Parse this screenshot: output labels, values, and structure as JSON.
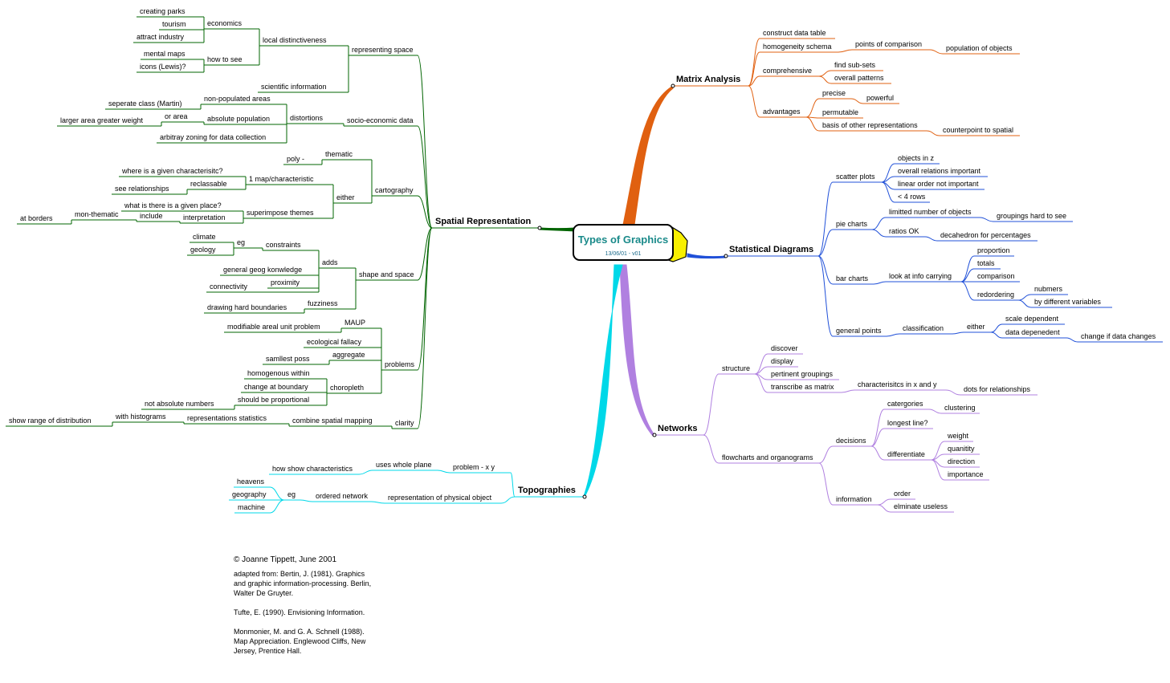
{
  "central": {
    "title": "Types of Graphics",
    "subtitle": "13/06/01 - v01"
  },
  "colors": {
    "spatial": "#006400",
    "matrix": "#e06010",
    "stats": "#2050d8",
    "networks": "#b080e0",
    "topo": "#00d8e8",
    "center_fill": "#f8f000",
    "center_text": "#1a8a8a"
  },
  "branches": [
    {
      "id": "sr",
      "label": "Spatial Representation",
      "color": "spatial",
      "bold": true
    },
    {
      "id": "sr_rs",
      "label": "representing space",
      "color": "spatial"
    },
    {
      "id": "sr_ld",
      "label": "local distinctiveness",
      "color": "spatial"
    },
    {
      "id": "sr_ec",
      "label": "economics",
      "color": "spatial"
    },
    {
      "id": "sr_cp",
      "label": "creating parks",
      "color": "spatial"
    },
    {
      "id": "sr_tou",
      "label": "tourism",
      "color": "spatial"
    },
    {
      "id": "sr_ai",
      "label": "attract industry",
      "color": "spatial"
    },
    {
      "id": "sr_hts",
      "label": "how to see",
      "color": "spatial"
    },
    {
      "id": "sr_mm",
      "label": "mental maps",
      "color": "spatial"
    },
    {
      "id": "sr_icl",
      "label": "icons (Lewis)?",
      "color": "spatial"
    },
    {
      "id": "sr_si",
      "label": "scientific information",
      "color": "spatial"
    },
    {
      "id": "sr_sed",
      "label": "socio-economic data",
      "color": "spatial"
    },
    {
      "id": "sr_dis",
      "label": "distortions",
      "color": "spatial"
    },
    {
      "id": "sr_npa",
      "label": "non-populated areas",
      "color": "spatial"
    },
    {
      "id": "sr_scm",
      "label": "seperate class (Martin)",
      "color": "spatial"
    },
    {
      "id": "sr_ap",
      "label": "absolute population",
      "color": "spatial"
    },
    {
      "id": "sr_oa",
      "label": "or area",
      "color": "spatial"
    },
    {
      "id": "sr_lag",
      "label": "larger area greater weight",
      "color": "spatial"
    },
    {
      "id": "sr_azd",
      "label": "arbitray zoning for data collection",
      "color": "spatial"
    },
    {
      "id": "sr_car",
      "label": "cartography",
      "color": "spatial"
    },
    {
      "id": "sr_the",
      "label": "thematic",
      "color": "spatial"
    },
    {
      "id": "sr_pol",
      "label": "poly -",
      "color": "spatial"
    },
    {
      "id": "sr_eit",
      "label": "either",
      "color": "spatial"
    },
    {
      "id": "sr_1m",
      "label": "1 map/characteristic",
      "color": "spatial"
    },
    {
      "id": "sr_wig",
      "label": "where is a given characterisitc?",
      "color": "spatial"
    },
    {
      "id": "sr_rec",
      "label": "reclassable",
      "color": "spatial"
    },
    {
      "id": "sr_ser",
      "label": "see relationships",
      "color": "spatial"
    },
    {
      "id": "sr_sup",
      "label": "superimpose themes",
      "color": "spatial"
    },
    {
      "id": "sr_wit",
      "label": "what is there is a given place?",
      "color": "spatial"
    },
    {
      "id": "sr_int",
      "label": "interpretation",
      "color": "spatial"
    },
    {
      "id": "sr_inc",
      "label": "include",
      "color": "spatial"
    },
    {
      "id": "sr_mon",
      "label": "mon-thematic",
      "color": "spatial"
    },
    {
      "id": "sr_atb",
      "label": "at borders",
      "color": "spatial"
    },
    {
      "id": "sr_sas",
      "label": "shape and space",
      "color": "spatial"
    },
    {
      "id": "sr_add",
      "label": "adds",
      "color": "spatial"
    },
    {
      "id": "sr_con",
      "label": "constraints",
      "color": "spatial"
    },
    {
      "id": "sr_eg",
      "label": "eg",
      "color": "spatial"
    },
    {
      "id": "sr_cli",
      "label": "climate",
      "color": "spatial"
    },
    {
      "id": "sr_geo",
      "label": "geology",
      "color": "spatial"
    },
    {
      "id": "sr_ggk",
      "label": "general geog konwledge",
      "color": "spatial"
    },
    {
      "id": "sr_pro",
      "label": "proximity",
      "color": "spatial"
    },
    {
      "id": "sr_cny",
      "label": "connectivity",
      "color": "spatial"
    },
    {
      "id": "sr_fuz",
      "label": "fuzziness",
      "color": "spatial"
    },
    {
      "id": "sr_dhb",
      "label": "drawing hard boundaries",
      "color": "spatial"
    },
    {
      "id": "sr_prb",
      "label": "problems",
      "color": "spatial"
    },
    {
      "id": "sr_mau",
      "label": "MAUP",
      "color": "spatial"
    },
    {
      "id": "sr_mod",
      "label": "modifiable areal unit problem",
      "color": "spatial"
    },
    {
      "id": "sr_ecf",
      "label": "ecological fallacy",
      "color": "spatial"
    },
    {
      "id": "sr_agg",
      "label": "aggregate",
      "color": "spatial"
    },
    {
      "id": "sr_smp",
      "label": "samllest poss",
      "color": "spatial"
    },
    {
      "id": "sr_cho",
      "label": "choropleth",
      "color": "spatial"
    },
    {
      "id": "sr_hom",
      "label": "homogenous within",
      "color": "spatial"
    },
    {
      "id": "sr_cab",
      "label": "change at boundary",
      "color": "spatial"
    },
    {
      "id": "sr_sbp",
      "label": "should be proportional",
      "color": "spatial"
    },
    {
      "id": "sr_nan",
      "label": "not absolute numbers",
      "color": "spatial"
    },
    {
      "id": "sr_cla",
      "label": "clarity",
      "color": "spatial"
    },
    {
      "id": "sr_csm",
      "label": "combine spatial mapping",
      "color": "spatial"
    },
    {
      "id": "sr_rst",
      "label": "representations statistics",
      "color": "spatial"
    },
    {
      "id": "sr_wh",
      "label": "with histograms",
      "color": "spatial"
    },
    {
      "id": "sr_srd",
      "label": "show range of distribution",
      "color": "spatial"
    },
    {
      "id": "ma",
      "label": "Matrix Analysis",
      "color": "matrix",
      "bold": true
    },
    {
      "id": "ma_cdt",
      "label": "construct data table",
      "color": "matrix"
    },
    {
      "id": "ma_hs",
      "label": "homogeneity schema",
      "color": "matrix"
    },
    {
      "id": "ma_poc",
      "label": "points of comparison",
      "color": "matrix"
    },
    {
      "id": "ma_poo",
      "label": "population of objects",
      "color": "matrix"
    },
    {
      "id": "ma_com",
      "label": "comprehensive",
      "color": "matrix"
    },
    {
      "id": "ma_fss",
      "label": "find sub-sets",
      "color": "matrix"
    },
    {
      "id": "ma_op",
      "label": "overall patterns",
      "color": "matrix"
    },
    {
      "id": "ma_adv",
      "label": "advantages",
      "color": "matrix"
    },
    {
      "id": "ma_pre",
      "label": "precise",
      "color": "matrix"
    },
    {
      "id": "ma_pow",
      "label": "powerful",
      "color": "matrix"
    },
    {
      "id": "ma_per",
      "label": "permutable",
      "color": "matrix"
    },
    {
      "id": "ma_boo",
      "label": "basis of other representations",
      "color": "matrix"
    },
    {
      "id": "ma_cts",
      "label": "counterpoint to spatial",
      "color": "matrix"
    },
    {
      "id": "sd",
      "label": "Statistical Diagrams",
      "color": "stats",
      "bold": true
    },
    {
      "id": "sd_sp",
      "label": "scatter plots",
      "color": "stats"
    },
    {
      "id": "sd_oiz",
      "label": "objects in z",
      "color": "stats"
    },
    {
      "id": "sd_ori",
      "label": "overall relations important",
      "color": "stats"
    },
    {
      "id": "sd_lon",
      "label": "linear order not important",
      "color": "stats"
    },
    {
      "id": "sd_4r",
      "label": "< 4 rows",
      "color": "stats"
    },
    {
      "id": "sd_pc",
      "label": "pie charts",
      "color": "stats"
    },
    {
      "id": "sd_lno",
      "label": "limitted number of objects",
      "color": "stats"
    },
    {
      "id": "sd_ght",
      "label": "groupings hard to see",
      "color": "stats"
    },
    {
      "id": "sd_rok",
      "label": "ratios OK",
      "color": "stats"
    },
    {
      "id": "sd_dfp",
      "label": "decahedron for percentages",
      "color": "stats"
    },
    {
      "id": "sd_bc",
      "label": "bar charts",
      "color": "stats"
    },
    {
      "id": "sd_lic",
      "label": "look at info carrying",
      "color": "stats"
    },
    {
      "id": "sd_prp",
      "label": "proportion",
      "color": "stats"
    },
    {
      "id": "sd_tot",
      "label": "totals",
      "color": "stats"
    },
    {
      "id": "sd_cmp",
      "label": "comparison",
      "color": "stats"
    },
    {
      "id": "sd_red",
      "label": "redordering",
      "color": "stats"
    },
    {
      "id": "sd_num",
      "label": "nubmers",
      "color": "stats"
    },
    {
      "id": "sd_bdv",
      "label": "by different variables",
      "color": "stats"
    },
    {
      "id": "sd_gp",
      "label": "general points",
      "color": "stats"
    },
    {
      "id": "sd_cls",
      "label": "classification",
      "color": "stats"
    },
    {
      "id": "sd_eit",
      "label": "either",
      "color": "stats"
    },
    {
      "id": "sd_scd",
      "label": "scale dependent",
      "color": "stats"
    },
    {
      "id": "sd_ddd",
      "label": "data depenedent",
      "color": "stats"
    },
    {
      "id": "sd_cdc",
      "label": "change if data changes",
      "color": "stats"
    },
    {
      "id": "nw",
      "label": "Networks",
      "color": "networks",
      "bold": true
    },
    {
      "id": "nw_str",
      "label": "structure",
      "color": "networks"
    },
    {
      "id": "nw_dsc",
      "label": "discover",
      "color": "networks"
    },
    {
      "id": "nw_dsp",
      "label": "display",
      "color": "networks"
    },
    {
      "id": "nw_pg",
      "label": "pertinent groupings",
      "color": "networks"
    },
    {
      "id": "nw_tam",
      "label": "transcribe as matrix",
      "color": "networks"
    },
    {
      "id": "nw_cxy",
      "label": "characterisitcs in x and y",
      "color": "networks"
    },
    {
      "id": "nw_dfr",
      "label": "dots for relationships",
      "color": "networks"
    },
    {
      "id": "nw_fo",
      "label": "flowcharts and organograms",
      "color": "networks"
    },
    {
      "id": "nw_dec",
      "label": "decisions",
      "color": "networks"
    },
    {
      "id": "nw_cat",
      "label": "catergories",
      "color": "networks"
    },
    {
      "id": "nw_clu",
      "label": "clustering",
      "color": "networks"
    },
    {
      "id": "nw_ll",
      "label": "longest line?",
      "color": "networks"
    },
    {
      "id": "nw_dif",
      "label": "differentiate",
      "color": "networks"
    },
    {
      "id": "nw_wei",
      "label": "weight",
      "color": "networks"
    },
    {
      "id": "nw_qua",
      "label": "quanitity",
      "color": "networks"
    },
    {
      "id": "nw_dir",
      "label": "direction",
      "color": "networks"
    },
    {
      "id": "nw_imp",
      "label": "importance",
      "color": "networks"
    },
    {
      "id": "nw_inf",
      "label": "information",
      "color": "networks"
    },
    {
      "id": "nw_ord",
      "label": "order",
      "color": "networks"
    },
    {
      "id": "nw_elu",
      "label": "elminate useless",
      "color": "networks"
    },
    {
      "id": "tp",
      "label": "Topographies",
      "color": "topo",
      "bold": true
    },
    {
      "id": "tp_pxy",
      "label": "problem - x y",
      "color": "topo"
    },
    {
      "id": "tp_uwp",
      "label": "uses whole plane",
      "color": "topo"
    },
    {
      "id": "tp_hsc",
      "label": "how show characteristics",
      "color": "topo"
    },
    {
      "id": "tp_rpo",
      "label": "representation of physical object",
      "color": "topo"
    },
    {
      "id": "tp_on",
      "label": "ordered network",
      "color": "topo"
    },
    {
      "id": "tp_eg",
      "label": "eg",
      "color": "topo"
    },
    {
      "id": "tp_hea",
      "label": "heavens",
      "color": "topo"
    },
    {
      "id": "tp_geo",
      "label": "geography",
      "color": "topo"
    },
    {
      "id": "tp_mac",
      "label": "machine",
      "color": "topo"
    }
  ],
  "notes": {
    "copyright": "© Joanne Tippett,  June  2001",
    "refs": [
      "adapted from: Bertin, J. (1981). Graphics and graphic information-processing. Berlin, Walter De Gruyter.",
      "Tufte, E. (1990). Envisioning Information.",
      "Monmonier, M. and G. A. Schnell (1988). Map Appreciation. Englewood Cliffs, New Jersey, Prentice Hall."
    ]
  }
}
